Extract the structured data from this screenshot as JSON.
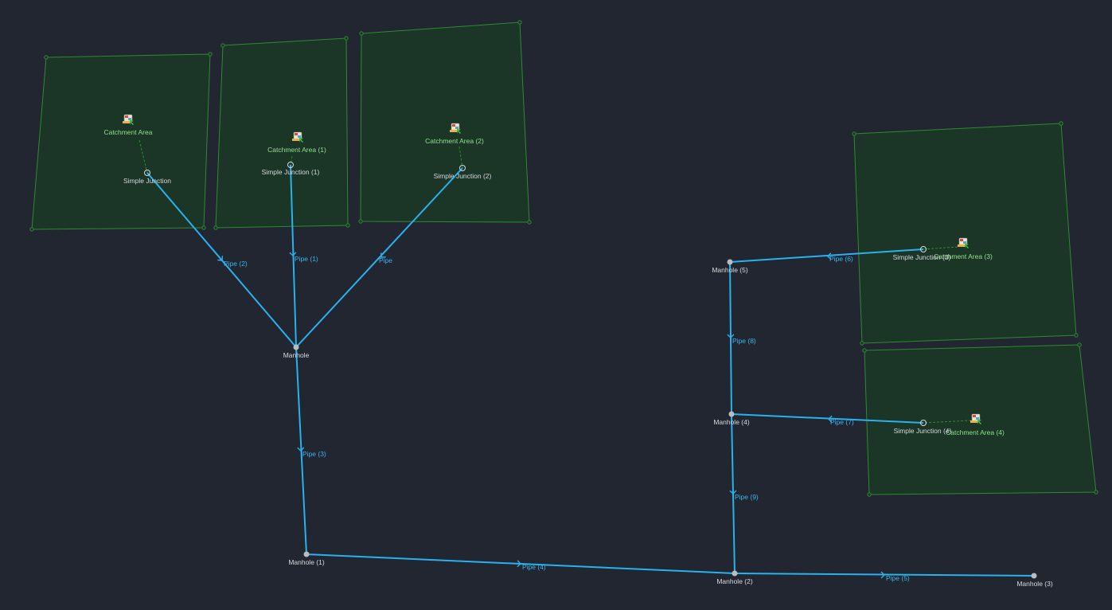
{
  "colors": {
    "background": "#212630",
    "catchment_fill": "#1b3526",
    "catchment_stroke": "#2f8a33",
    "pipe": "#29b2ee",
    "node_label": "#d6d9de",
    "catchment_label": "#8fe38a",
    "manhole": "#b9bcc1"
  },
  "icon": "catchment-map-icon",
  "catchment_areas": [
    "Catchment Area",
    "Catchment Area (1)",
    "Catchment Area (2)",
    "Catchment Area (3)",
    "Catchment Area (4)"
  ],
  "junctions": [
    "Simple Junction",
    "Simple Junction (1)",
    "Simple Junction (2)",
    "Simple Junction (3)",
    "Simple Junction (4)"
  ],
  "manholes": [
    "Manhole",
    "Manhole (1)",
    "Manhole (2)",
    "Manhole (3)",
    "Manhole (4)",
    "Manhole (5)"
  ],
  "pipes": [
    "Pipe",
    "Pipe (1)",
    "Pipe (2)",
    "Pipe (3)",
    "Pipe (4)",
    "Pipe (5)",
    "Pipe (6)",
    "Pipe (7)",
    "Pipe (8)",
    "Pipe (9)"
  ]
}
